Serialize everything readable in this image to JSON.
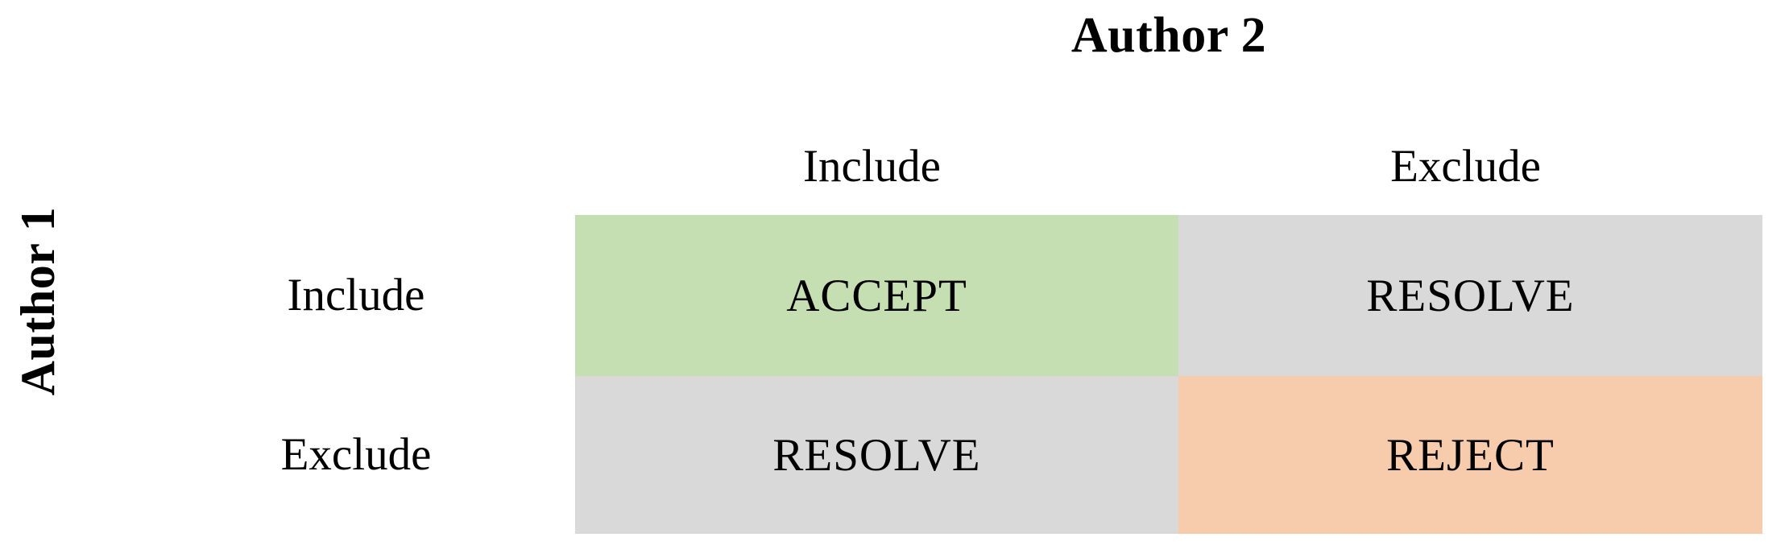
{
  "figure": {
    "type": "agreement-matrix",
    "row_axis_title": "Author 1",
    "column_axis_title": "Author 2",
    "column_headers": [
      "Include",
      "Exclude"
    ],
    "row_headers": [
      "Include",
      "Exclude"
    ],
    "cells": [
      {
        "row": "Include",
        "column": "Include",
        "label": "ACCEPT",
        "color": "#C5DFB3"
      },
      {
        "row": "Include",
        "column": "Exclude",
        "label": "RESOLVE",
        "color": "#D9D9D9"
      },
      {
        "row": "Exclude",
        "column": "Include",
        "label": "RESOLVE",
        "color": "#D9D9D9"
      },
      {
        "row": "Exclude",
        "column": "Exclude",
        "label": "REJECT",
        "color": "#F7CCAC"
      }
    ],
    "colors": {
      "accept": "#C5DFB3",
      "resolve": "#D9D9D9",
      "reject": "#F7CCAC",
      "background": "#FFFFFF",
      "text": "#000000"
    }
  }
}
